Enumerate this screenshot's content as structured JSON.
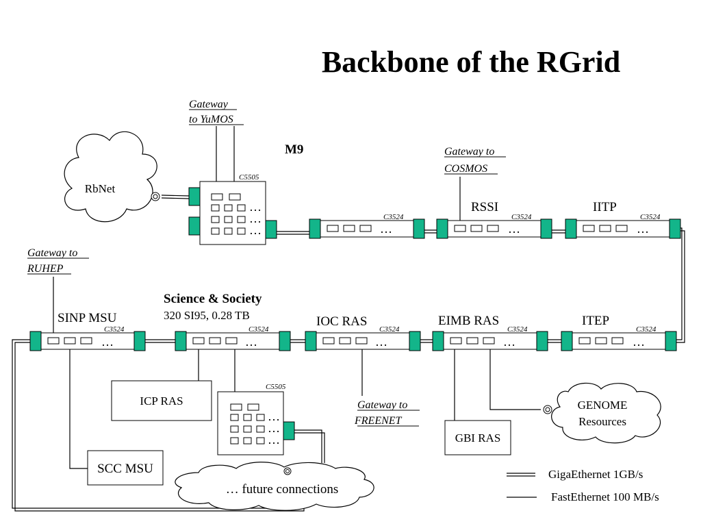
{
  "title": "Backbone of  the RGrid",
  "colors": {
    "port": "#13b58a",
    "line": "#000000",
    "bg": "#ffffff"
  },
  "labels": {
    "m9": "M9",
    "rssi": "RSSI",
    "iitp": "IITP",
    "sinp": "SINP MSU",
    "science_title": "Science & Society",
    "science_sub": "320 SI95, 0.28 TB",
    "ioc": "IOC RAS",
    "eimb": "EIMB RAS",
    "itep": "ITEP",
    "icp": "ICP RAS",
    "gbi": "GBI RAS",
    "scc": "SCC MSU"
  },
  "gateways": {
    "yumos_1": "Gateway",
    "yumos_2": "to YuMOS",
    "cosmos_1": "Gateway to",
    "cosmos_2": "COSMOS",
    "ruhep_1": "Gateway to",
    "ruhep_2": "RUHEP",
    "freenet_1": "Gateway to",
    "freenet_2": " FREENET"
  },
  "devices": {
    "c5505": "C5505",
    "c3524": "C3524",
    "dots": "…"
  },
  "clouds": {
    "rbnet": "RbNet",
    "genome_1": "GENOME",
    "genome_2": "Resources",
    "future": "… future connections"
  },
  "legend": {
    "giga": "GigaEthernet 1GB/s",
    "fast": "FastEthernet 100 MB/s"
  }
}
